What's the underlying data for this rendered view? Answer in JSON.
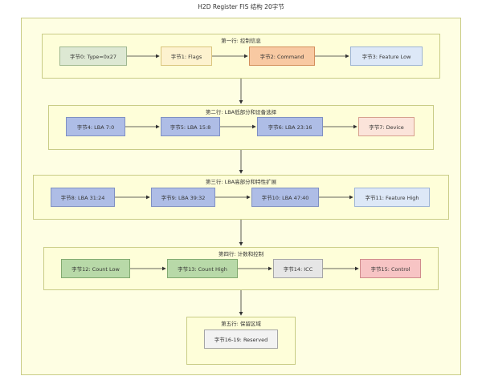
{
  "title": "H2D Register FIS 结构 20字节",
  "rows": [
    {
      "title": "第一行: 控制信息",
      "nodes": [
        "字节0: Type=0x27",
        "字节1: Flags",
        "字节2: Command",
        "字节3: Feature Low"
      ],
      "colors": [
        "c-green",
        "c-yellow",
        "c-orange",
        "c-lblue"
      ]
    },
    {
      "title": "第二行: LBA低部分和设备选择",
      "nodes": [
        "字节4: LBA 7:0",
        "字节5: LBA 15:8",
        "字节6: LBA 23:16",
        "字节7: Device"
      ],
      "colors": [
        "c-blue",
        "c-blue",
        "c-blue",
        "c-pink"
      ]
    },
    {
      "title": "第三行: LBA高部分和特性扩展",
      "nodes": [
        "字节8: LBA 31:24",
        "字节9: LBA 39:32",
        "字节10: LBA 47:40",
        "字节11: Feature High"
      ],
      "colors": [
        "c-blue",
        "c-blue",
        "c-blue",
        "c-lblue"
      ]
    },
    {
      "title": "第四行: 计数和控制",
      "nodes": [
        "字节12: Count Low",
        "字节13: Count High",
        "字节14: ICC",
        "字节15: Control"
      ],
      "colors": [
        "c-green2",
        "c-green2",
        "c-gray",
        "c-red"
      ]
    },
    {
      "title": "第五行: 保留区域",
      "nodes": [
        "字节16-19: Reserved"
      ],
      "colors": [
        "c-white"
      ]
    }
  ]
}
